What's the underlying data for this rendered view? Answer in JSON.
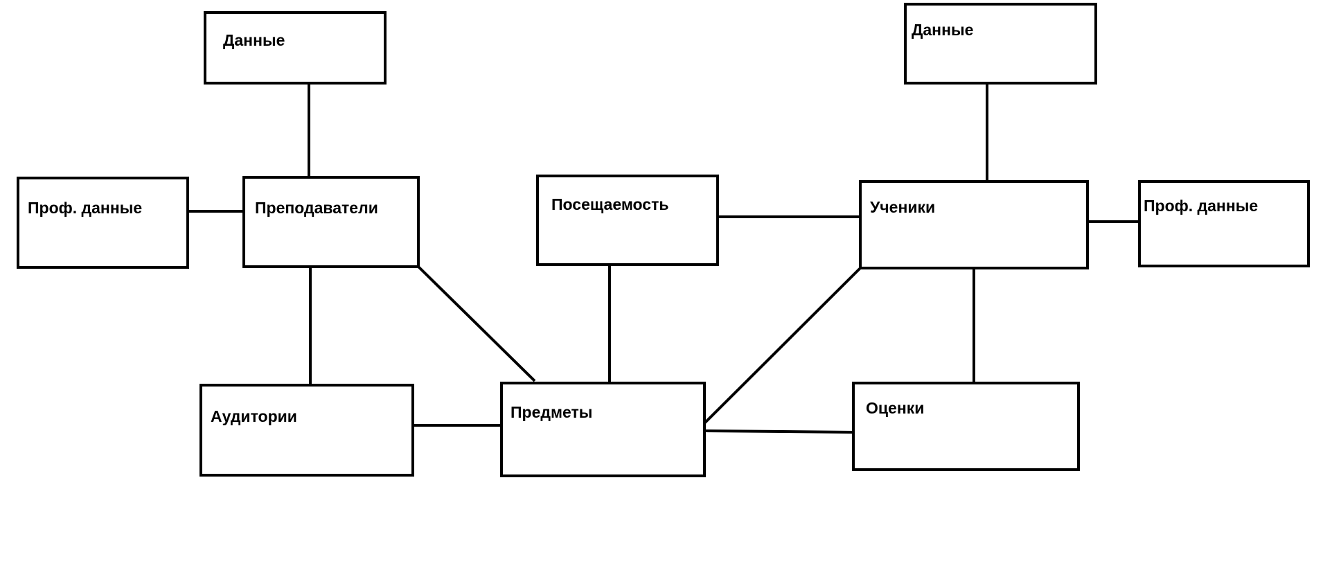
{
  "diagram": {
    "stroke_color": "#000000",
    "background_color": "#ffffff",
    "boxes": {
      "teachers_data": {
        "label": "Данные"
      },
      "teachers_prof_data": {
        "label": "Проф. данные"
      },
      "teachers": {
        "label": "Преподаватели"
      },
      "attendance": {
        "label": "Посещаемость"
      },
      "students": {
        "label": "Ученики"
      },
      "students_data": {
        "label": "Данные"
      },
      "students_prof_data": {
        "label": "Проф. данные"
      },
      "classrooms": {
        "label": "Аудитории"
      },
      "subjects": {
        "label": "Предметы"
      },
      "grades": {
        "label": "Оценки"
      }
    },
    "connections": [
      {
        "from": "teachers_data",
        "to": "teachers"
      },
      {
        "from": "teachers_prof_data",
        "to": "teachers"
      },
      {
        "from": "teachers",
        "to": "classrooms"
      },
      {
        "from": "teachers",
        "to": "subjects"
      },
      {
        "from": "classrooms",
        "to": "subjects"
      },
      {
        "from": "attendance",
        "to": "subjects"
      },
      {
        "from": "attendance",
        "to": "students"
      },
      {
        "from": "students_data",
        "to": "students"
      },
      {
        "from": "students",
        "to": "students_prof_data"
      },
      {
        "from": "students",
        "to": "subjects"
      },
      {
        "from": "students",
        "to": "grades"
      },
      {
        "from": "subjects",
        "to": "grades"
      }
    ]
  }
}
